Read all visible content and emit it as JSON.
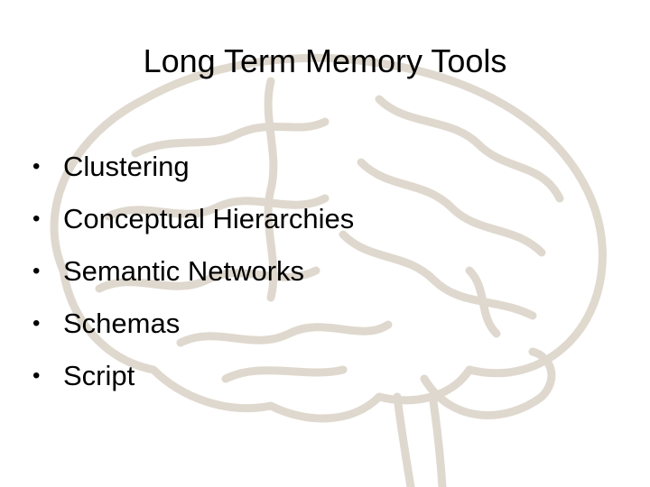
{
  "slide": {
    "title": "Long Term Memory Tools",
    "bullet_char": "•",
    "bullets": [
      "Clustering",
      "Conceptual Hierarchies",
      "Semantic Networks",
      "Schemas",
      "Script"
    ],
    "background_icon": "brain-illustration-icon",
    "brain_outline_color": "#d8cfc2"
  }
}
